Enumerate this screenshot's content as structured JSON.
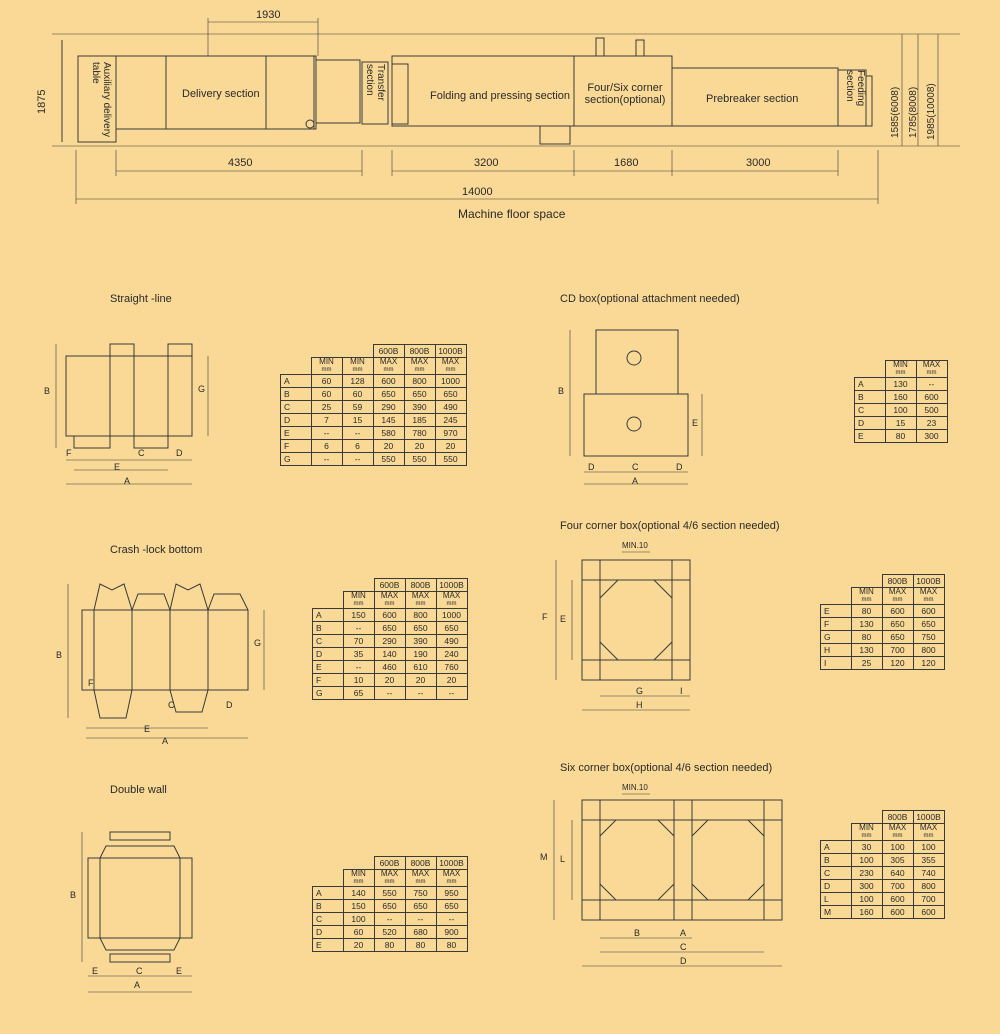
{
  "machine": {
    "caption": "Machine floor space",
    "sections": {
      "auxiliary": "Auxiliary delivery table",
      "delivery": "Delivery section",
      "transfer": "Transfer section",
      "folding": "Folding and pressing section",
      "corner": "Four/Six corner section(optional)",
      "prebreaker": "Prebreaker section",
      "feeding": "Feeding section"
    },
    "dims": {
      "top": "1930",
      "height_left": "1875",
      "h1": "1585(6008)",
      "h2": "1785(8008)",
      "h3": "1985(10008)",
      "d4350": "4350",
      "d3200": "3200",
      "d1680": "1680",
      "d3000": "3000",
      "total": "14000"
    }
  },
  "diagrams": {
    "straight": {
      "title": "Straight -line",
      "labels": {
        "B": "B",
        "G": "G",
        "F": "F",
        "C": "C",
        "D": "D",
        "E": "E",
        "A": "A"
      },
      "table": {
        "groups": [
          "600B",
          "800B",
          "1000B"
        ],
        "cols": [
          "MIN",
          "MIN",
          "MAX",
          "MAX",
          "MAX"
        ],
        "unit": "mm",
        "rows": [
          [
            "A",
            "60",
            "128",
            "600",
            "800",
            "1000"
          ],
          [
            "B",
            "60",
            "60",
            "650",
            "650",
            "650"
          ],
          [
            "C",
            "25",
            "59",
            "290",
            "390",
            "490"
          ],
          [
            "D",
            "7",
            "15",
            "145",
            "185",
            "245"
          ],
          [
            "E",
            "--",
            "--",
            "580",
            "780",
            "970"
          ],
          [
            "F",
            "6",
            "6",
            "20",
            "20",
            "20"
          ],
          [
            "G",
            "--",
            "--",
            "550",
            "550",
            "550"
          ]
        ]
      }
    },
    "crash": {
      "title": "Crash -lock bottom",
      "labels": {
        "B": "B",
        "G": "G",
        "F": "F",
        "C": "C",
        "D": "D",
        "E": "E",
        "A": "A"
      },
      "table": {
        "groups": [
          "600B",
          "800B",
          "1000B"
        ],
        "cols": [
          "MIN",
          "MAX",
          "MAX",
          "MAX"
        ],
        "unit": "mm",
        "rows": [
          [
            "A",
            "150",
            "600",
            "800",
            "1000"
          ],
          [
            "B",
            "--",
            "650",
            "650",
            "650"
          ],
          [
            "C",
            "70",
            "290",
            "390",
            "490"
          ],
          [
            "D",
            "35",
            "140",
            "190",
            "240"
          ],
          [
            "E",
            "--",
            "460",
            "610",
            "760"
          ],
          [
            "F",
            "10",
            "20",
            "20",
            "20"
          ],
          [
            "G",
            "65",
            "--",
            "--",
            "--"
          ]
        ]
      }
    },
    "double": {
      "title": "Double wall",
      "labels": {
        "B": "B",
        "E1": "E",
        "C": "C",
        "E2": "E",
        "A": "A"
      },
      "table": {
        "groups": [
          "600B",
          "800B",
          "1000B"
        ],
        "cols": [
          "MIN",
          "MAX",
          "MAX",
          "MAX"
        ],
        "unit": "mm",
        "rows": [
          [
            "A",
            "140",
            "550",
            "750",
            "950"
          ],
          [
            "B",
            "150",
            "650",
            "650",
            "650"
          ],
          [
            "C",
            "100",
            "--",
            "--",
            "--"
          ],
          [
            "D",
            "60",
            "520",
            "680",
            "900"
          ],
          [
            "E",
            "20",
            "80",
            "80",
            "80"
          ]
        ]
      }
    },
    "cd": {
      "title": "CD box(optional attachment needed)",
      "labels": {
        "B": "B",
        "E": "E",
        "D1": "D",
        "C": "C",
        "D2": "D",
        "A": "A"
      },
      "table": {
        "cols": [
          "MIN",
          "MAX"
        ],
        "unit": "mm",
        "rows": [
          [
            "A",
            "130",
            "--"
          ],
          [
            "B",
            "160",
            "600"
          ],
          [
            "C",
            "100",
            "500"
          ],
          [
            "D",
            "15",
            "23"
          ],
          [
            "E",
            "80",
            "300"
          ]
        ]
      }
    },
    "four": {
      "title": "Four corner box(optional 4/6 section needed)",
      "labels": {
        "min": "MIN.10",
        "F": "F",
        "E": "E",
        "G": "G",
        "I": "I",
        "H": "H"
      },
      "table": {
        "groups": [
          "800B",
          "1000B"
        ],
        "cols": [
          "MIN",
          "MAX",
          "MAX"
        ],
        "unit": "mm",
        "rows": [
          [
            "E",
            "80",
            "600",
            "600"
          ],
          [
            "F",
            "130",
            "650",
            "650"
          ],
          [
            "G",
            "80",
            "650",
            "750"
          ],
          [
            "H",
            "130",
            "700",
            "800"
          ],
          [
            "I",
            "25",
            "120",
            "120"
          ]
        ]
      }
    },
    "six": {
      "title": "Six corner box(optional 4/6 section needed)",
      "labels": {
        "min": "MIN.10",
        "M": "M",
        "L": "L",
        "B": "B",
        "A": "A",
        "C": "C",
        "D": "D"
      },
      "table": {
        "groups": [
          "800B",
          "1000B"
        ],
        "cols": [
          "MIN",
          "MAX",
          "MAX"
        ],
        "unit": "mm",
        "rows": [
          [
            "A",
            "30",
            "100",
            "100"
          ],
          [
            "B",
            "100",
            "305",
            "355"
          ],
          [
            "C",
            "230",
            "640",
            "740"
          ],
          [
            "D",
            "300",
            "700",
            "800"
          ],
          [
            "L",
            "100",
            "600",
            "700"
          ],
          [
            "M",
            "160",
            "600",
            "600"
          ]
        ]
      }
    }
  }
}
